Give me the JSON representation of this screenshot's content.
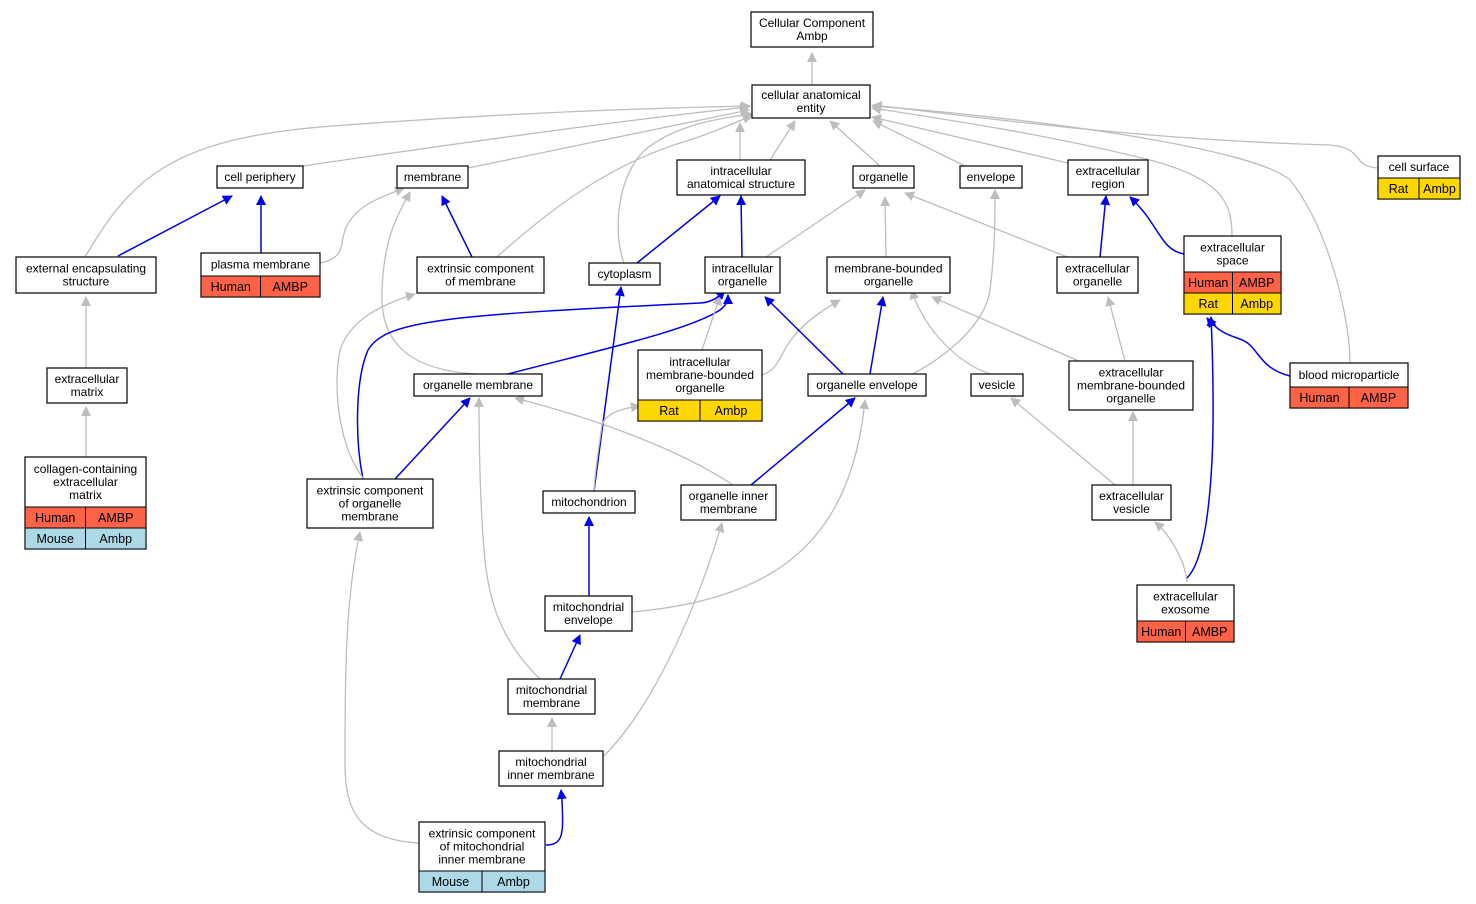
{
  "colors": {
    "human": "#ff6347",
    "rat": "#ffd700",
    "mouse": "#add8e6",
    "edge_gray": "#bdbdbd",
    "edge_blue": "#0000ee"
  },
  "nodes": {
    "root": {
      "lines": [
        "Cellular Component",
        "Ambp"
      ]
    },
    "cae": {
      "lines": [
        "cellular anatomical",
        "entity"
      ]
    },
    "cell_periphery": {
      "lines": [
        "cell periphery"
      ]
    },
    "membrane": {
      "lines": [
        "membrane"
      ]
    },
    "ias": {
      "lines": [
        "intracellular",
        "anatomical structure"
      ]
    },
    "organelle": {
      "lines": [
        "organelle"
      ]
    },
    "envelope": {
      "lines": [
        "envelope"
      ]
    },
    "ecr": {
      "lines": [
        "extracellular",
        "region"
      ]
    },
    "cell_surface": {
      "lines": [
        "cell surface"
      ],
      "species": [
        [
          "Rat",
          "Ambp"
        ]
      ]
    },
    "ees": {
      "lines": [
        "external encapsulating",
        "structure"
      ]
    },
    "plasma_membrane": {
      "lines": [
        "plasma membrane"
      ],
      "species": [
        [
          "Human",
          "AMBP"
        ]
      ]
    },
    "ecm_ext": {
      "lines": [
        "extrinsic component",
        "of membrane"
      ]
    },
    "cytoplasm": {
      "lines": [
        "cytoplasm"
      ]
    },
    "ic_org": {
      "lines": [
        "intracellular",
        "organelle"
      ]
    },
    "mbo": {
      "lines": [
        "membrane-bounded",
        "organelle"
      ]
    },
    "ec_org": {
      "lines": [
        "extracellular",
        "organelle"
      ]
    },
    "ec_space": {
      "lines": [
        "extracellular",
        "space"
      ],
      "species": [
        [
          "Human",
          "AMBP"
        ],
        [
          "Rat",
          "Ambp"
        ]
      ]
    },
    "ec_matrix": {
      "lines": [
        "extracellular",
        "matrix"
      ]
    },
    "org_membrane": {
      "lines": [
        "organelle membrane"
      ]
    },
    "imbo": {
      "lines": [
        "intracellular",
        "membrane-bounded",
        "organelle"
      ],
      "species": [
        [
          "Rat",
          "Ambp"
        ]
      ]
    },
    "org_envelope": {
      "lines": [
        "organelle envelope"
      ]
    },
    "vesicle": {
      "lines": [
        "vesicle"
      ]
    },
    "embo": {
      "lines": [
        "extracellular",
        "membrane-bounded",
        "organelle"
      ]
    },
    "blood_mp": {
      "lines": [
        "blood microparticle"
      ],
      "species": [
        [
          "Human",
          "AMBP"
        ]
      ]
    },
    "collagen_ecm": {
      "lines": [
        "collagen-containing",
        "extracellular",
        "matrix"
      ],
      "species": [
        [
          "Human",
          "AMBP"
        ],
        [
          "Mouse",
          "Ambp"
        ]
      ]
    },
    "ext_org_mem": {
      "lines": [
        "extrinsic component",
        "of organelle",
        "membrane"
      ]
    },
    "mitochondrion": {
      "lines": [
        "mitochondrion"
      ]
    },
    "org_inner_mem": {
      "lines": [
        "organelle inner",
        "membrane"
      ]
    },
    "ec_vesicle": {
      "lines": [
        "extracellular",
        "vesicle"
      ]
    },
    "ec_exosome": {
      "lines": [
        "extracellular",
        "exosome"
      ],
      "species": [
        [
          "Human",
          "AMBP"
        ]
      ]
    },
    "mito_env": {
      "lines": [
        "mitochondrial",
        "envelope"
      ]
    },
    "mito_mem": {
      "lines": [
        "mitochondrial",
        "membrane"
      ]
    },
    "mito_inner": {
      "lines": [
        "mitochondrial",
        "inner membrane"
      ]
    },
    "ext_mito_inner": {
      "lines": [
        "extrinsic component",
        "of mitochondrial",
        "inner membrane"
      ],
      "species": [
        [
          "Mouse",
          "Ambp"
        ]
      ]
    }
  }
}
